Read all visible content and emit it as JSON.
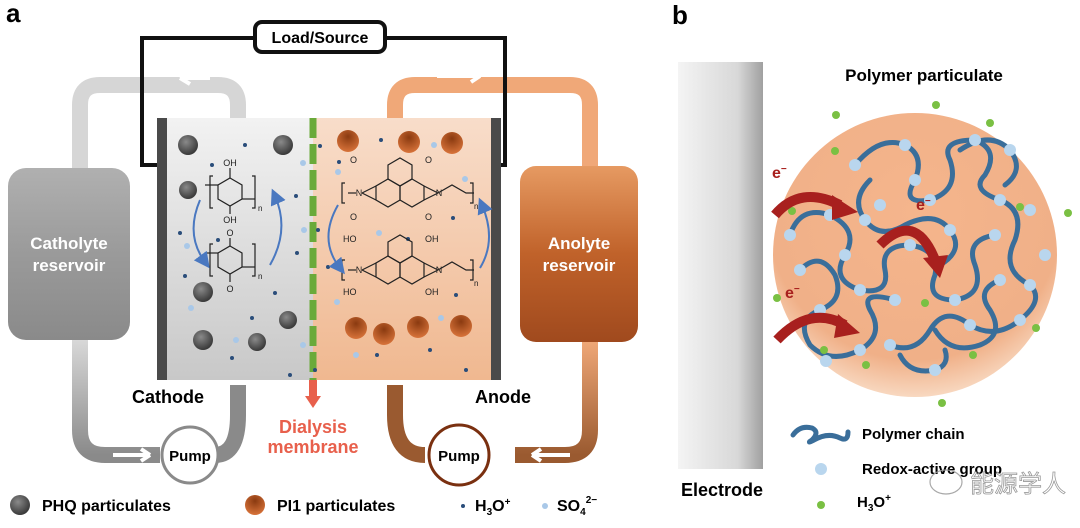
{
  "panel_a": {
    "label": "a",
    "load_source": "Load/Source",
    "catholyte_reservoir": [
      "Catholyte",
      "reservoir"
    ],
    "anolyte_reservoir": [
      "Anolyte",
      "reservoir"
    ],
    "cathode": "Cathode",
    "anode": "Anode",
    "pump_left": "Pump",
    "pump_right": "Pump",
    "membrane": [
      "Dialysis",
      "membrane"
    ],
    "chem": {
      "oh": "OH",
      "o": "O",
      "ho": "HO",
      "n": "N",
      "sub_n": "n"
    },
    "legend": {
      "phq": "PHQ particulates",
      "pi1": "PI1 particulates",
      "h3o_main": "H",
      "h3o_sub": "3",
      "h3o_o": "O",
      "h3o_sup": "+",
      "so4_main": "SO",
      "so4_sub": "4",
      "so4_sup": "2−"
    },
    "colors": {
      "catholyte": "#9e9e9e",
      "anolyte": "#c0622a",
      "membrane_green": "#6aaa3a",
      "membrane_red": "#e8604c",
      "phq": "#4a4a4a",
      "pi1": "#b5531e",
      "h3o": "#2a4d7a",
      "so4": "#a9c8e8"
    }
  },
  "panel_b": {
    "label": "b",
    "title": "Polymer particulate",
    "electrode": "Electrode",
    "electron": "e",
    "electron_sup": "−",
    "legend": {
      "polymer_chain": "Polymer chain",
      "redox_group": "Redox-active group",
      "h3o_main": "H",
      "h3o_sub": "3",
      "h3o_o": "O",
      "h3o_sup": "+"
    },
    "colors": {
      "particle": "#f2b089",
      "chain": "#3a6e9a",
      "redox": "#b9d6ee",
      "h3o": "#7ac043",
      "arrow": "#a8201e"
    }
  },
  "watermark": "能源学人"
}
